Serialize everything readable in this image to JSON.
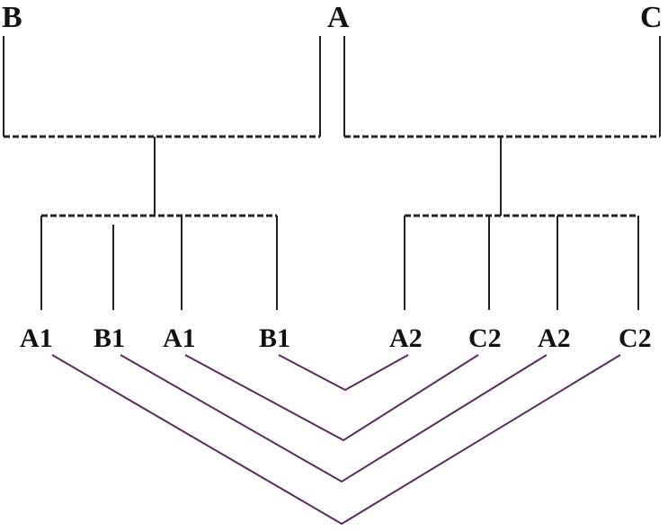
{
  "parents": {
    "b": "B",
    "a": "A",
    "c": "C"
  },
  "offspring": [
    "A1",
    "B1",
    "A1",
    "B1",
    "A2",
    "C2",
    "A2",
    "C2"
  ]
}
